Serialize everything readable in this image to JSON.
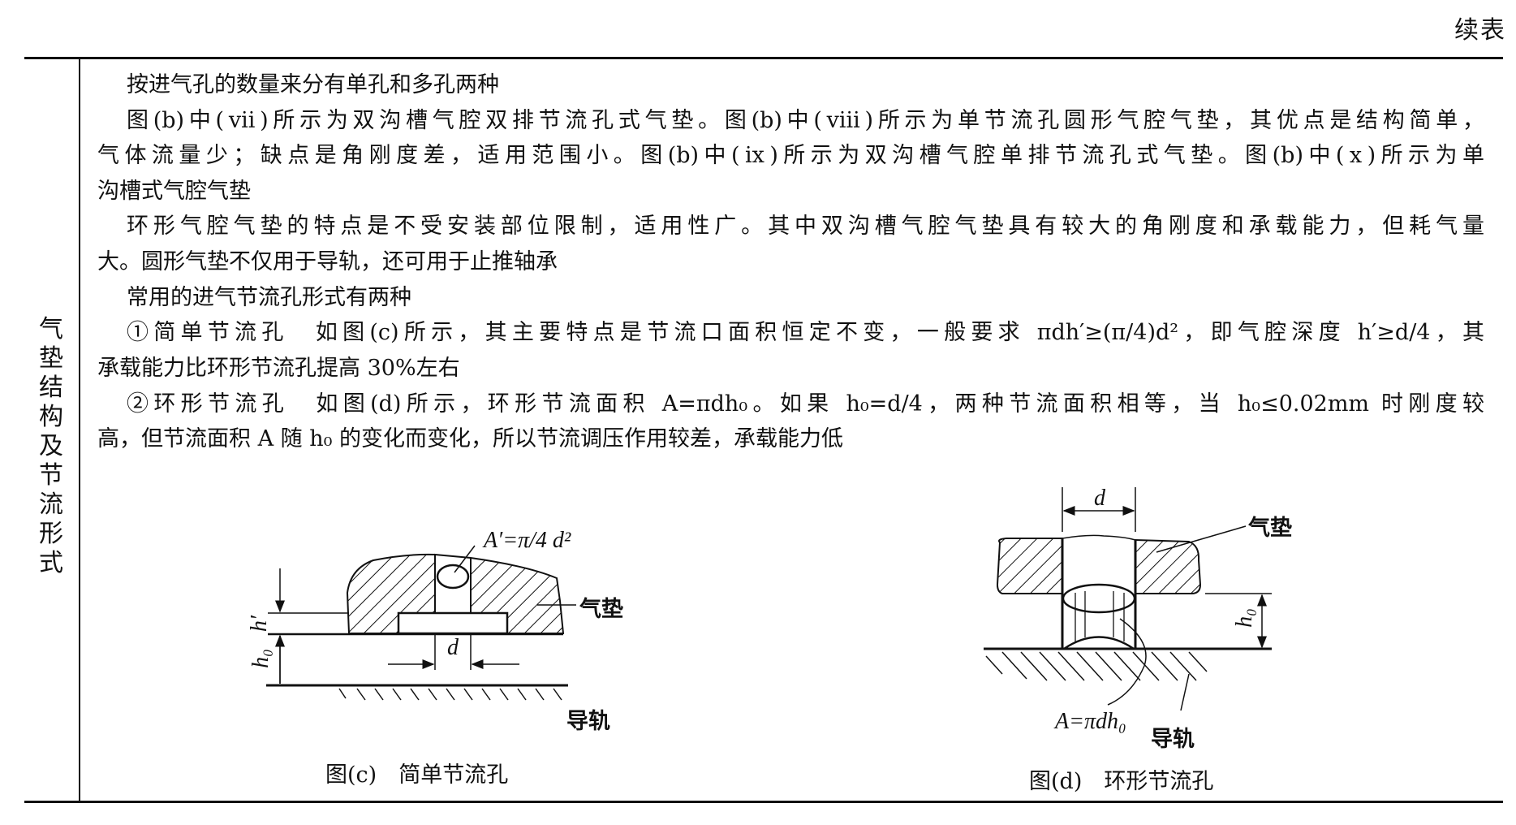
{
  "header": {
    "continued_label": "续表"
  },
  "row_label": "气垫结构及节流形式",
  "paragraph_lines": [
    "按进气孔的数量来分有单孔和多孔两种",
    "图(b)中(ⅶ)所示为双沟槽气腔双排节流孔式气垫。图(b)中(ⅷ)所示为单节流孔圆形气腔气垫，其优点是结构简单，",
    "气体流量少；缺点是角刚度差，适用范围小。图(b)中(ⅸ)所示为双沟槽气腔单排节流孔式气垫。图(b)中(ⅹ)所示为单",
    "沟槽式气腔气垫",
    "环形气腔气垫的特点是不受安装部位限制，适用性广。其中双沟槽气腔气垫具有较大的角刚度和承载能力，但耗气量",
    "大。圆形气垫不仅用于导轨，还可用于止推轴承",
    "常用的进气节流孔形式有两种",
    "①简单节流孔　如图(c)所示，其主要特点是节流口面积恒定不变，一般要求 πdh′≥(π/4)d²，即气腔深度 h′≥d/4，其",
    "承载能力比环形节流孔提高 30%左右",
    "②环形节流孔　如图(d)所示，环形节流面积 A=πdh₀。如果 h₀=d/4，两种节流面积相等，当 h₀≤0.02mm 时刚度较",
    "高，但节流面积 A 随 h₀ 的变化而变化，所以节流调压作用较差，承载能力低"
  ],
  "figure_c": {
    "caption": "图(c)　简单节流孔",
    "area_formula": "A′=π/4 d²",
    "pad_label": "气垫",
    "rail_label": "导轨",
    "dim_d": "d",
    "dim_h_prime": "h′",
    "dim_h0": "h₀"
  },
  "figure_d": {
    "caption": "图(d)　环形节流孔",
    "area_formula": "A=πdh₀",
    "pad_label": "气垫",
    "rail_label": "导轨",
    "dim_d": "d",
    "dim_h0": "h₀"
  }
}
